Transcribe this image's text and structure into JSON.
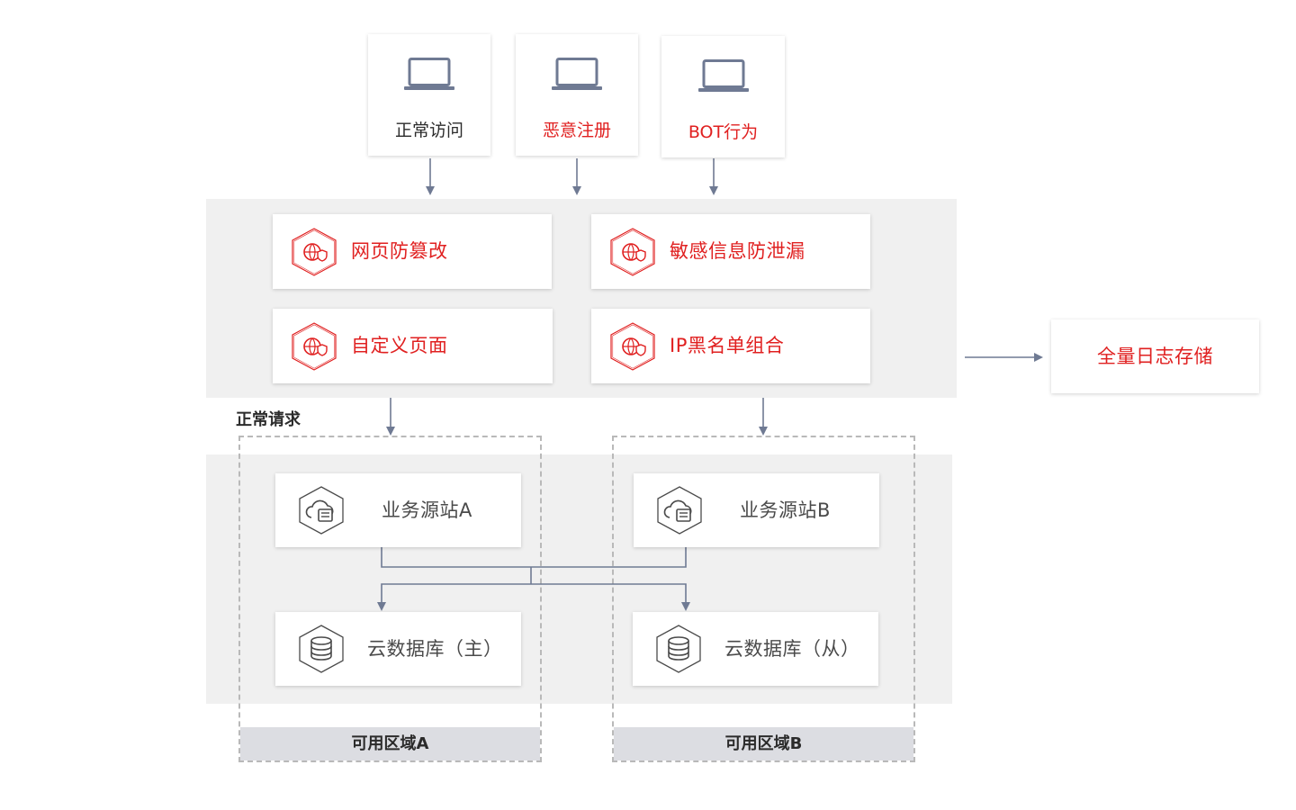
{
  "clients": [
    {
      "label": "正常访问",
      "icon": "laptop-icon",
      "color": "#2b2b2b"
    },
    {
      "label": "恶意注册",
      "icon": "laptop-icon",
      "color": "#e02020"
    },
    {
      "label": "BOT行为",
      "icon": "laptop-icon",
      "color": "#e02020"
    }
  ],
  "protection": {
    "features": [
      {
        "label": "网页防篡改",
        "icon": "waf-shield-icon"
      },
      {
        "label": "敏感信息防泄漏",
        "icon": "waf-shield-icon"
      },
      {
        "label": "自定义页面",
        "icon": "waf-shield-icon"
      },
      {
        "label": "IP黑名单组合",
        "icon": "waf-shield-icon"
      }
    ]
  },
  "log_storage": {
    "label": "全量日志存储"
  },
  "normal_request_label": "正常请求",
  "servers": [
    {
      "label": "业务源站A",
      "icon": "cloud-server-icon"
    },
    {
      "label": "业务源站B",
      "icon": "cloud-server-icon"
    }
  ],
  "databases": [
    {
      "label": "云数据库（主）",
      "icon": "database-icon"
    },
    {
      "label": "云数据库（从）",
      "icon": "database-icon"
    }
  ],
  "zones": [
    {
      "label": "可用区域A"
    },
    {
      "label": "可用区域B"
    }
  ],
  "colors": {
    "accent_red": "#e02020",
    "text_dark": "#2b2b2b",
    "connector": "#6f7a93",
    "band_gray": "#f0f0f0",
    "zone_label_bg": "#dcdde2"
  }
}
